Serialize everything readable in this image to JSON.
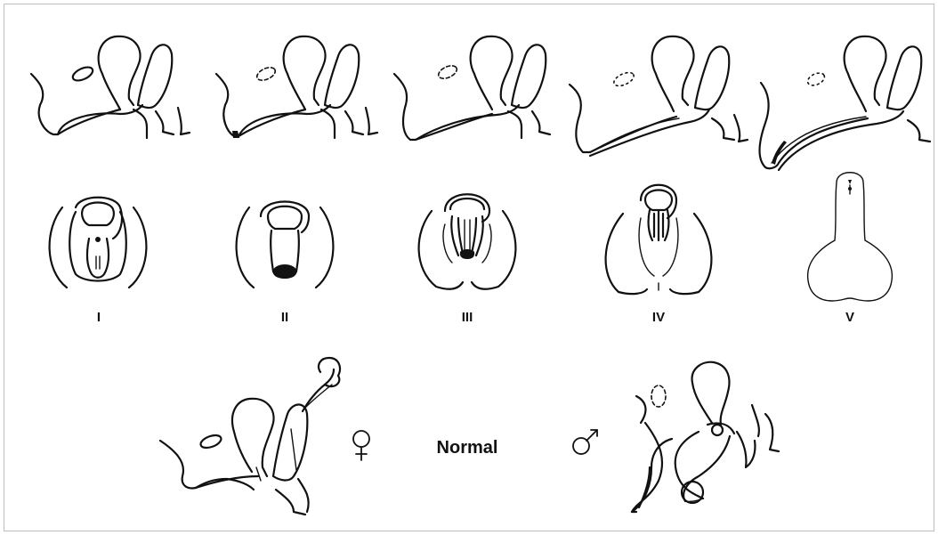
{
  "figure": {
    "stage_labels": [
      "I",
      "II",
      "III",
      "IV",
      "V"
    ],
    "normal_label": "Normal",
    "female_symbol_icon": "female-symbol-icon",
    "male_symbol_icon": "male-symbol-icon"
  }
}
